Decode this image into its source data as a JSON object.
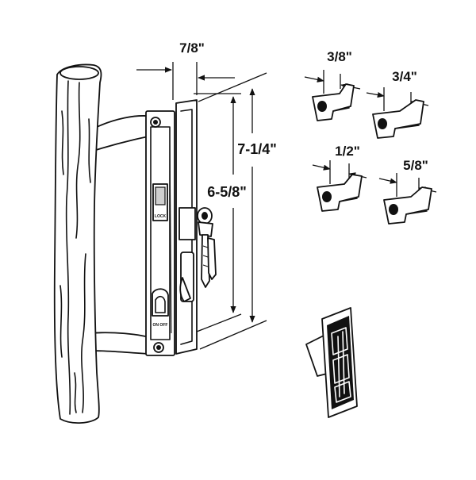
{
  "dimensions": {
    "width_handle": "7/8\"",
    "hole_spacing": "6-5/8\"",
    "overall_height": "7-1/4\""
  },
  "keepers": [
    {
      "label": "3/8\""
    },
    {
      "label": "3/4\""
    },
    {
      "label": "1/2\""
    },
    {
      "label": "5/8\""
    }
  ],
  "lock_markings": {
    "upper": "LOCK",
    "lower": "ON OFF"
  }
}
